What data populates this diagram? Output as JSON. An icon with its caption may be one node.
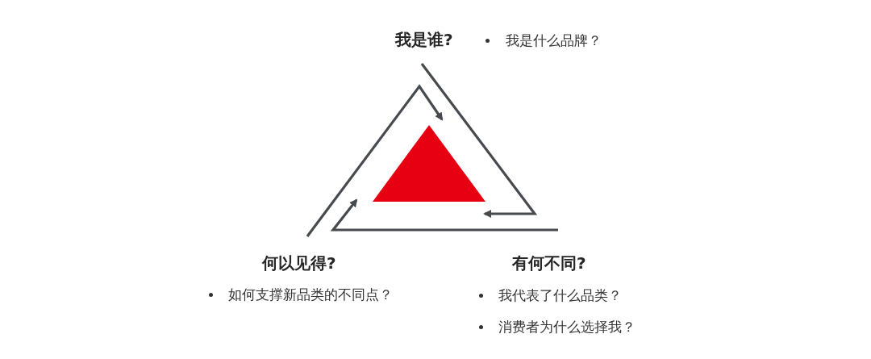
{
  "diagram": {
    "nodes": [
      {
        "text": [
          "我是谁?"
        ],
        "beside": [
          "我是什么品牌？"
        ]
      },
      {
        "text": [],
        "shape": "triangle"
      },
      {
        "text": [
          "何以见得?"
        ],
        "beside": [
          "如何支撑新品类的不同点？"
        ]
      },
      {
        "text": [
          "有何不同?"
        ],
        "beside": [
          "我代表了什么品类？",
          "消费者为什么选择我？"
        ]
      }
    ],
    "edges": [
      {
        "from": 0,
        "to": 1,
        "arrow": "to"
      },
      {
        "from": 3,
        "to": 1,
        "arrow": "to"
      },
      {
        "from": 2,
        "to": 1,
        "arrow": "to"
      }
    ]
  }
}
